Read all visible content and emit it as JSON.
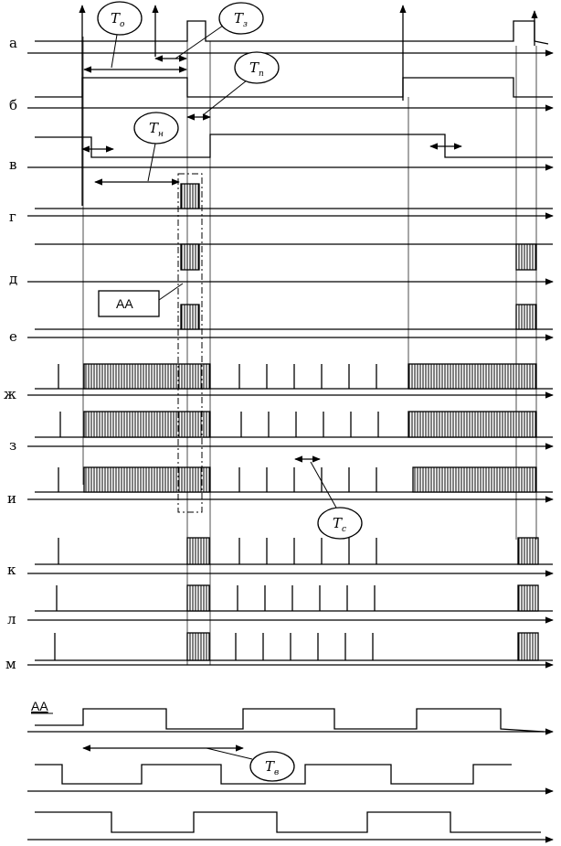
{
  "row_labels": {
    "a": "а",
    "b": "б",
    "v": "в",
    "g": "г",
    "d": "д",
    "e": "е",
    "zh": "ж",
    "z": "з",
    "i": "и",
    "k": "к",
    "l": "л",
    "m": "м"
  },
  "callouts": {
    "to": {
      "main": "T",
      "sub": "о"
    },
    "tz": {
      "main": "T",
      "sub": "з"
    },
    "tp": {
      "main": "T",
      "sub": "п"
    },
    "tn": {
      "main": "T",
      "sub": "н"
    },
    "tc": {
      "main": "T",
      "sub": "с"
    },
    "tv": {
      "main": "T",
      "sub": "в"
    }
  },
  "aa_box_label": "АА",
  "aa_section_label": "АА"
}
